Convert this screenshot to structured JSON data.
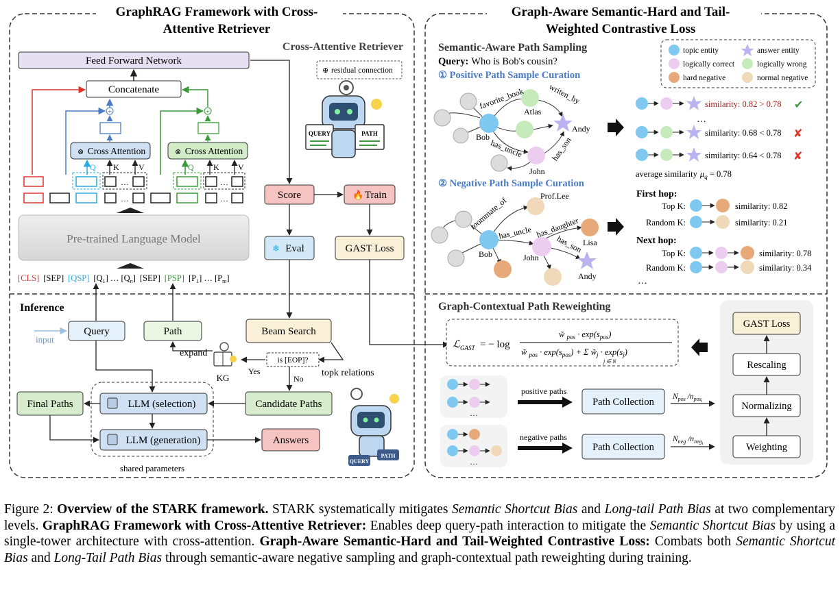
{
  "left_panel": {
    "title_line1": "GraphRAG Framework with Cross-",
    "title_line2": "Attentive Retriever",
    "retriever_label": "Cross-Attentive Retriever",
    "ffn": "Feed Forward Network",
    "concat": "Concatenate",
    "cross_attention": "Cross Attention",
    "q": "Q",
    "k": "K",
    "v": "V",
    "residual": "residual connection",
    "plm": "Pre-trained Language Model",
    "tokens": {
      "cls": "[CLS]",
      "sep1": "[SEP]",
      "qsp": "[QSP]",
      "q1": "[Q",
      "q1sub": "1",
      "qn": "] … [Q",
      "qnsub": "n",
      "qend": "]",
      "sep2": "[SEP]",
      "psp": "[PSP]",
      "p1": "[P",
      "p1sub": "1",
      "pm": "] … [P",
      "pmsub": "m",
      "pend": "]"
    },
    "score": "Score",
    "train": "Train",
    "eval": "Eval",
    "gast_loss": "GAST Loss",
    "query_badge": "QUERY",
    "path_badge": "PATH"
  },
  "inference": {
    "title": "Inference",
    "input": "input",
    "query": "Query",
    "path": "Path",
    "beam_search": "Beam Search",
    "expand": "expand",
    "kg": "KG",
    "is_eop": "is [EOP]?",
    "yes": "Yes",
    "no": "No",
    "topk": "topk relations",
    "candidate_paths": "Candidate Paths",
    "final_paths": "Final Paths",
    "llm_selection": "LLM (selection)",
    "llm_generation": "LLM (generation)",
    "answers": "Answers",
    "shared": "shared parameters"
  },
  "right_panel": {
    "title_line1": "Graph-Aware Semantic-Hard and Tail-",
    "title_line2": "Weighted Contrastive Loss",
    "sampling_title": "Semantic-Aware Path Sampling",
    "query_label": "Query:",
    "query_text": "Who is Bob's cousin?",
    "pos_curation": "① Positive Path Sample Curation",
    "neg_curation": "② Negative Path Sample Curation",
    "legend": {
      "topic": "topic entity",
      "answer": "answer entity",
      "log_correct": "logically correct",
      "log_wrong": "logically wrong",
      "hard_neg": "hard negative",
      "normal_neg": "normal negative"
    },
    "pos_graph": {
      "favorite_book": "favorite_book",
      "writen_by": "writen_by",
      "atlas": "Atlas",
      "andy": "Andy",
      "bob": "Bob",
      "has_uncle": "has_uncle",
      "has_son": "has_son",
      "john": "John"
    },
    "neg_graph": {
      "roommate_of": "roommate_of",
      "prof": "Prof.Lee",
      "has_daughter": "has_daughter",
      "has_uncle": "has_uncle",
      "lisa": "Lisa",
      "has_son": "has_son",
      "bob": "Bob",
      "john": "John",
      "andy": "Andy"
    },
    "sims": {
      "s1": "similarity: 0.82 > 0.78",
      "s2": "similarity: 0.68 < 0.78",
      "s3": "similarity: 0.64 < 0.78",
      "avg_prefix": "average similarity",
      "avg_mu": "μ",
      "avg_sub": "q",
      "avg_value": " = 0.78",
      "ellipsis": "…"
    },
    "first_hop": "First hop:",
    "next_hop": "Next hop:",
    "topk_label": "Top K:",
    "randk_label": "Random K:",
    "hop_sims": {
      "a": "similarity: 0.82",
      "b": "similarity: 0.21",
      "c": "similarity: 0.78",
      "d": "similarity: 0.34"
    },
    "reweight_title": "Graph-Contextual Path Reweighting",
    "positive_paths": "positive paths",
    "negative_paths": "negative paths",
    "path_collection": "Path Collection",
    "gast_loss": "GAST Loss",
    "rescaling": "Rescaling",
    "normalizing": "Normalizing",
    "weighting": "Weighting"
  },
  "caption_html": "Figure 2: <b>Overview of the STARK framework.</b> STARK systematically mitigates <i>Semantic Shortcut Bias</i> and <i>Long-tail Path Bias</i> at two complementary levels. <b>GraphRAG Framework with Cross-Attentive Retriever:</b> Enables deep query-path interaction to mitigate the <i>Semantic Shortcut Bias</i> by using a single-tower architecture with cross-attention. <b>Graph-Aware Semantic-Hard and Tail-Weighted Contrastive Loss:</b> Combats both <i>Semantic Shortcut Bias</i> and <i>Long-Tail Path Bias</i> through semantic-aware negative sampling and graph-contextual path reweighting during training.",
  "colors": {
    "blue": "#7fc8f0",
    "pink": "#eccdef",
    "green": "#c7eabc",
    "orange": "#e8a97a",
    "tan": "#efd9b8",
    "purple": "#b9b4f0",
    "red": "#e0342b",
    "cyan": "#29a9e0",
    "darkgreen": "#3a9a3a",
    "dark_red": "#a21a1a"
  }
}
